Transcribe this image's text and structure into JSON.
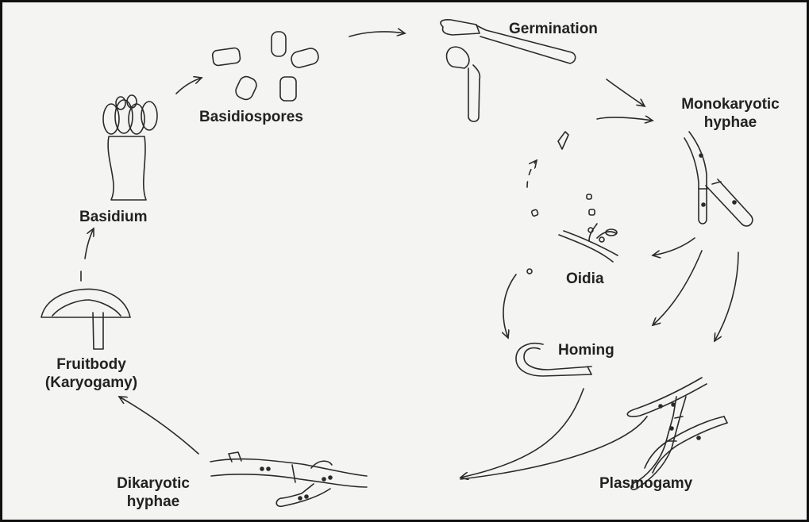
{
  "diagram": {
    "labels": {
      "germination": "Germination",
      "monokaryotic": [
        "Monokaryotic",
        "hyphae"
      ],
      "basidiospores": "Basidiospores",
      "basidium": "Basidium",
      "oidia": "Oidia",
      "homing": "Homing",
      "fruitbody": [
        "Fruitbody",
        "(Karyogamy)"
      ],
      "plasmogamy": "Plasmogamy",
      "dikaryotic": [
        "Dikaryotic",
        "hyphae"
      ]
    },
    "colors": {
      "ink": "#2a2a2a",
      "background": "#f4f4f2",
      "frame": "#111111"
    }
  }
}
